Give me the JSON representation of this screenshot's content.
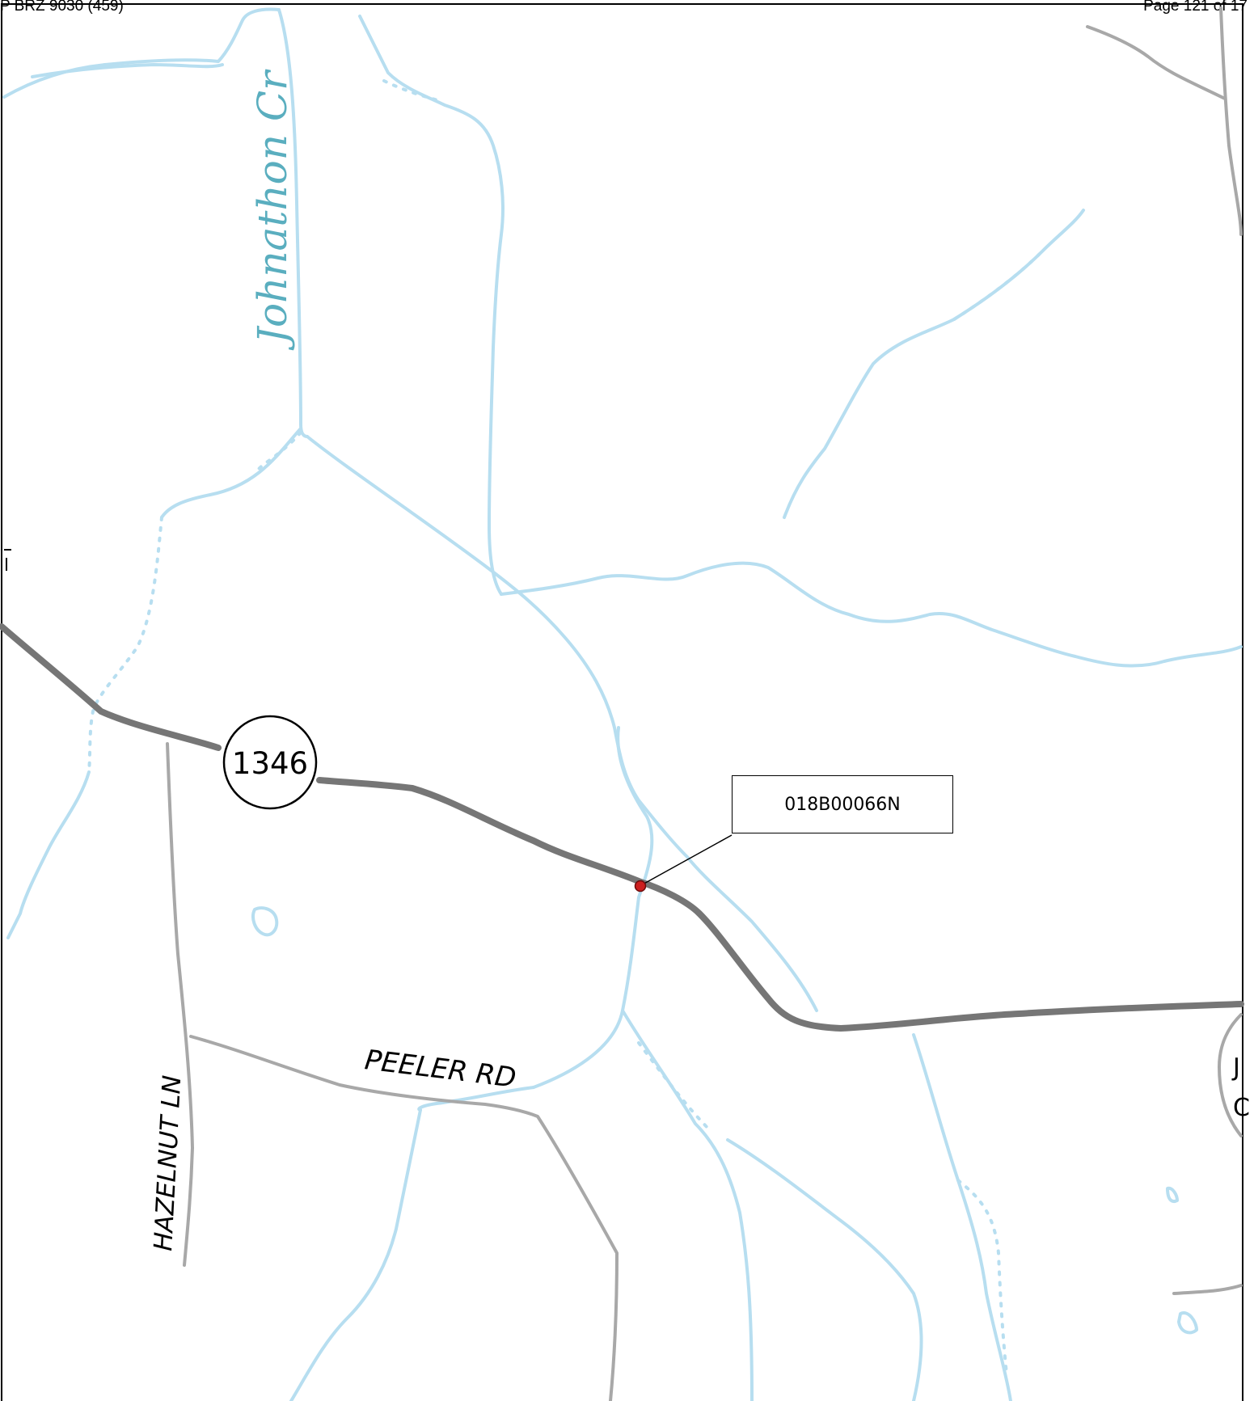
{
  "header": {
    "left": "P BRZ 9030 (459)",
    "right": "Page 121 of 17"
  },
  "labels": {
    "creek": "Johnathon Cr",
    "route_shield": "1346",
    "road_hazelnut": "HAZELNUT LN",
    "road_peeler": "PEELER RD",
    "edge_right_1": "J",
    "edge_right_2": "C"
  },
  "callout": {
    "structure_id": "018B00066N"
  },
  "colors": {
    "stream": "#b7def0",
    "stream_label": "#5aaebf",
    "main_road": "#767676",
    "minor_road": "#a8a8a8",
    "marker": "#cc1f1f"
  }
}
